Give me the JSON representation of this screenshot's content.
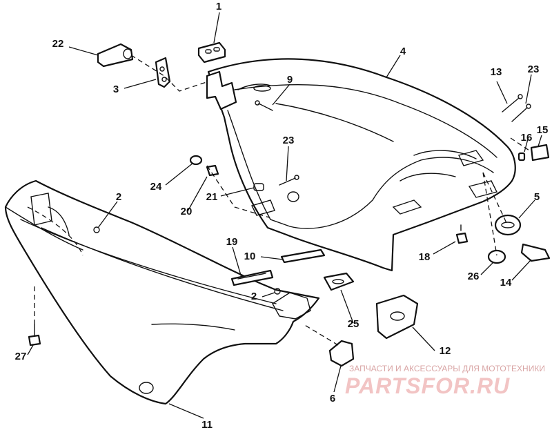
{
  "parts": [
    {
      "id": "1",
      "label": "1"
    },
    {
      "id": "2a",
      "label": "2"
    },
    {
      "id": "2b",
      "label": "2"
    },
    {
      "id": "3",
      "label": "3"
    },
    {
      "id": "4",
      "label": "4"
    },
    {
      "id": "5",
      "label": "5"
    },
    {
      "id": "6",
      "label": "6"
    },
    {
      "id": "9",
      "label": "9"
    },
    {
      "id": "10",
      "label": "10"
    },
    {
      "id": "11",
      "label": "11"
    },
    {
      "id": "12",
      "label": "12"
    },
    {
      "id": "13",
      "label": "13"
    },
    {
      "id": "14",
      "label": "14"
    },
    {
      "id": "15",
      "label": "15"
    },
    {
      "id": "16",
      "label": "16"
    },
    {
      "id": "18",
      "label": "18"
    },
    {
      "id": "19",
      "label": "19"
    },
    {
      "id": "20",
      "label": "20"
    },
    {
      "id": "21",
      "label": "21"
    },
    {
      "id": "22",
      "label": "22"
    },
    {
      "id": "23a",
      "label": "23"
    },
    {
      "id": "23b",
      "label": "23"
    },
    {
      "id": "24",
      "label": "24"
    },
    {
      "id": "25",
      "label": "25"
    },
    {
      "id": "26",
      "label": "26"
    },
    {
      "id": "27",
      "label": "27"
    }
  ],
  "watermark": {
    "caption": "ЗАПЧАСТИ И АКСЕССУАРЫ ДЛЯ МОТОТЕХНИКИ",
    "logo": "PARTSFOR.RU"
  }
}
